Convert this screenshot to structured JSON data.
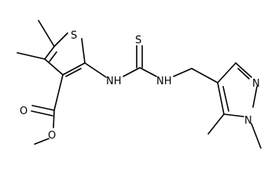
{
  "diagram": {
    "type": "chemical-structure",
    "colors": {
      "bond": "#000000",
      "label": "#000000",
      "background": "#ffffff"
    },
    "atom_labels": {
      "thiophene_s": "S",
      "thiocarbonyl_s": "S",
      "nh_left": "NH",
      "nh_right": "NH",
      "pyrazole_n2": "N",
      "pyrazole_n1": "N",
      "carbonyl_o": "O",
      "ester_o": "O"
    }
  }
}
